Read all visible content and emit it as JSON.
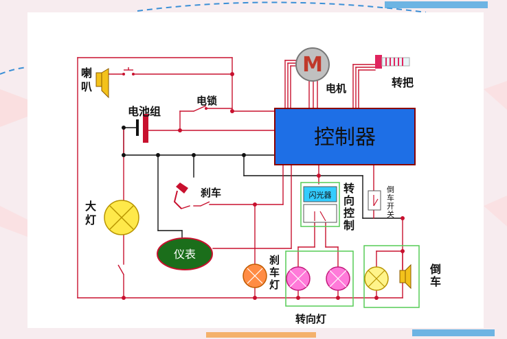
{
  "labels": {
    "horn": "喇叭",
    "motor_symbol": "M",
    "motor": "电机",
    "throttle": "转把",
    "battery": "电池组",
    "key_lock": "电锁",
    "controller": "控制器",
    "headlight": "大灯",
    "brake": "刹车",
    "turn_control": "转向控制",
    "flasher": "闪光器",
    "reverse_switch": "倒车开关",
    "meter": "仪表",
    "brake_light": "刹车灯",
    "reverse": "倒车",
    "turn_lights": "转向灯"
  },
  "colors": {
    "wire": "#c8102e",
    "wire_black": "#111111",
    "controller_fill": "#1e6fe6",
    "controller_border": "#8b0000",
    "frame_green": "#55cc55",
    "flasher_fill": "#33ccff",
    "lamp_yellow": "#ffe94a",
    "lamp_orange": "#ff8c44",
    "lamp_pink": "#ff7ad9",
    "lamp_pale": "#fff48a",
    "meter_fill": "#1b6e1b",
    "throttle_fill": "#e0245e",
    "motor_fill": "#c0392b"
  }
}
